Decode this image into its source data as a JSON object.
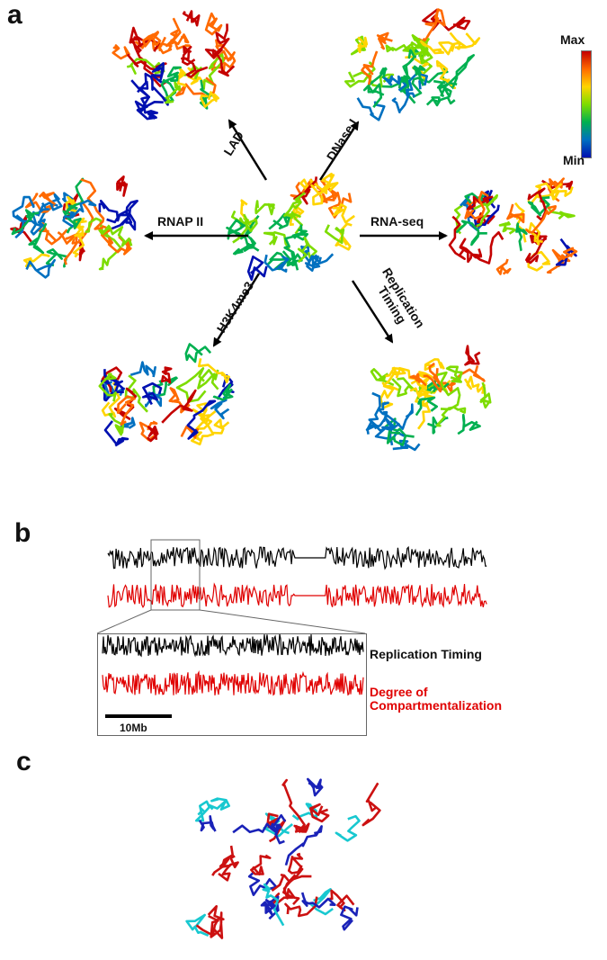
{
  "panels": {
    "a": "a",
    "b": "b",
    "c": "c"
  },
  "colorbar": {
    "max_label": "Max",
    "min_label": "Min",
    "gradient": [
      "#c40000",
      "#ff6a00",
      "#ffd400",
      "#7ddc00",
      "#00b050",
      "#0070c0",
      "#0010b0"
    ]
  },
  "arrows": {
    "lad": "LAD",
    "dnase": "DNase I",
    "rnap": "RNAP II",
    "rnaseq": "RNA-seq",
    "h3k4me3": "H3K4me3",
    "replication_line1": "Replication",
    "replication_line2": "Timing"
  },
  "tracks": {
    "replication_timing": "Replication Timing",
    "compartment_line1": "Degree of",
    "compartment_line2": "Compartmentalization",
    "scale": "10Mb",
    "colors": {
      "replication": "#000000",
      "compartment": "#e00000"
    }
  },
  "panel_c_colors": [
    "#cc1111",
    "#18c8d0",
    "#1a22b8"
  ]
}
